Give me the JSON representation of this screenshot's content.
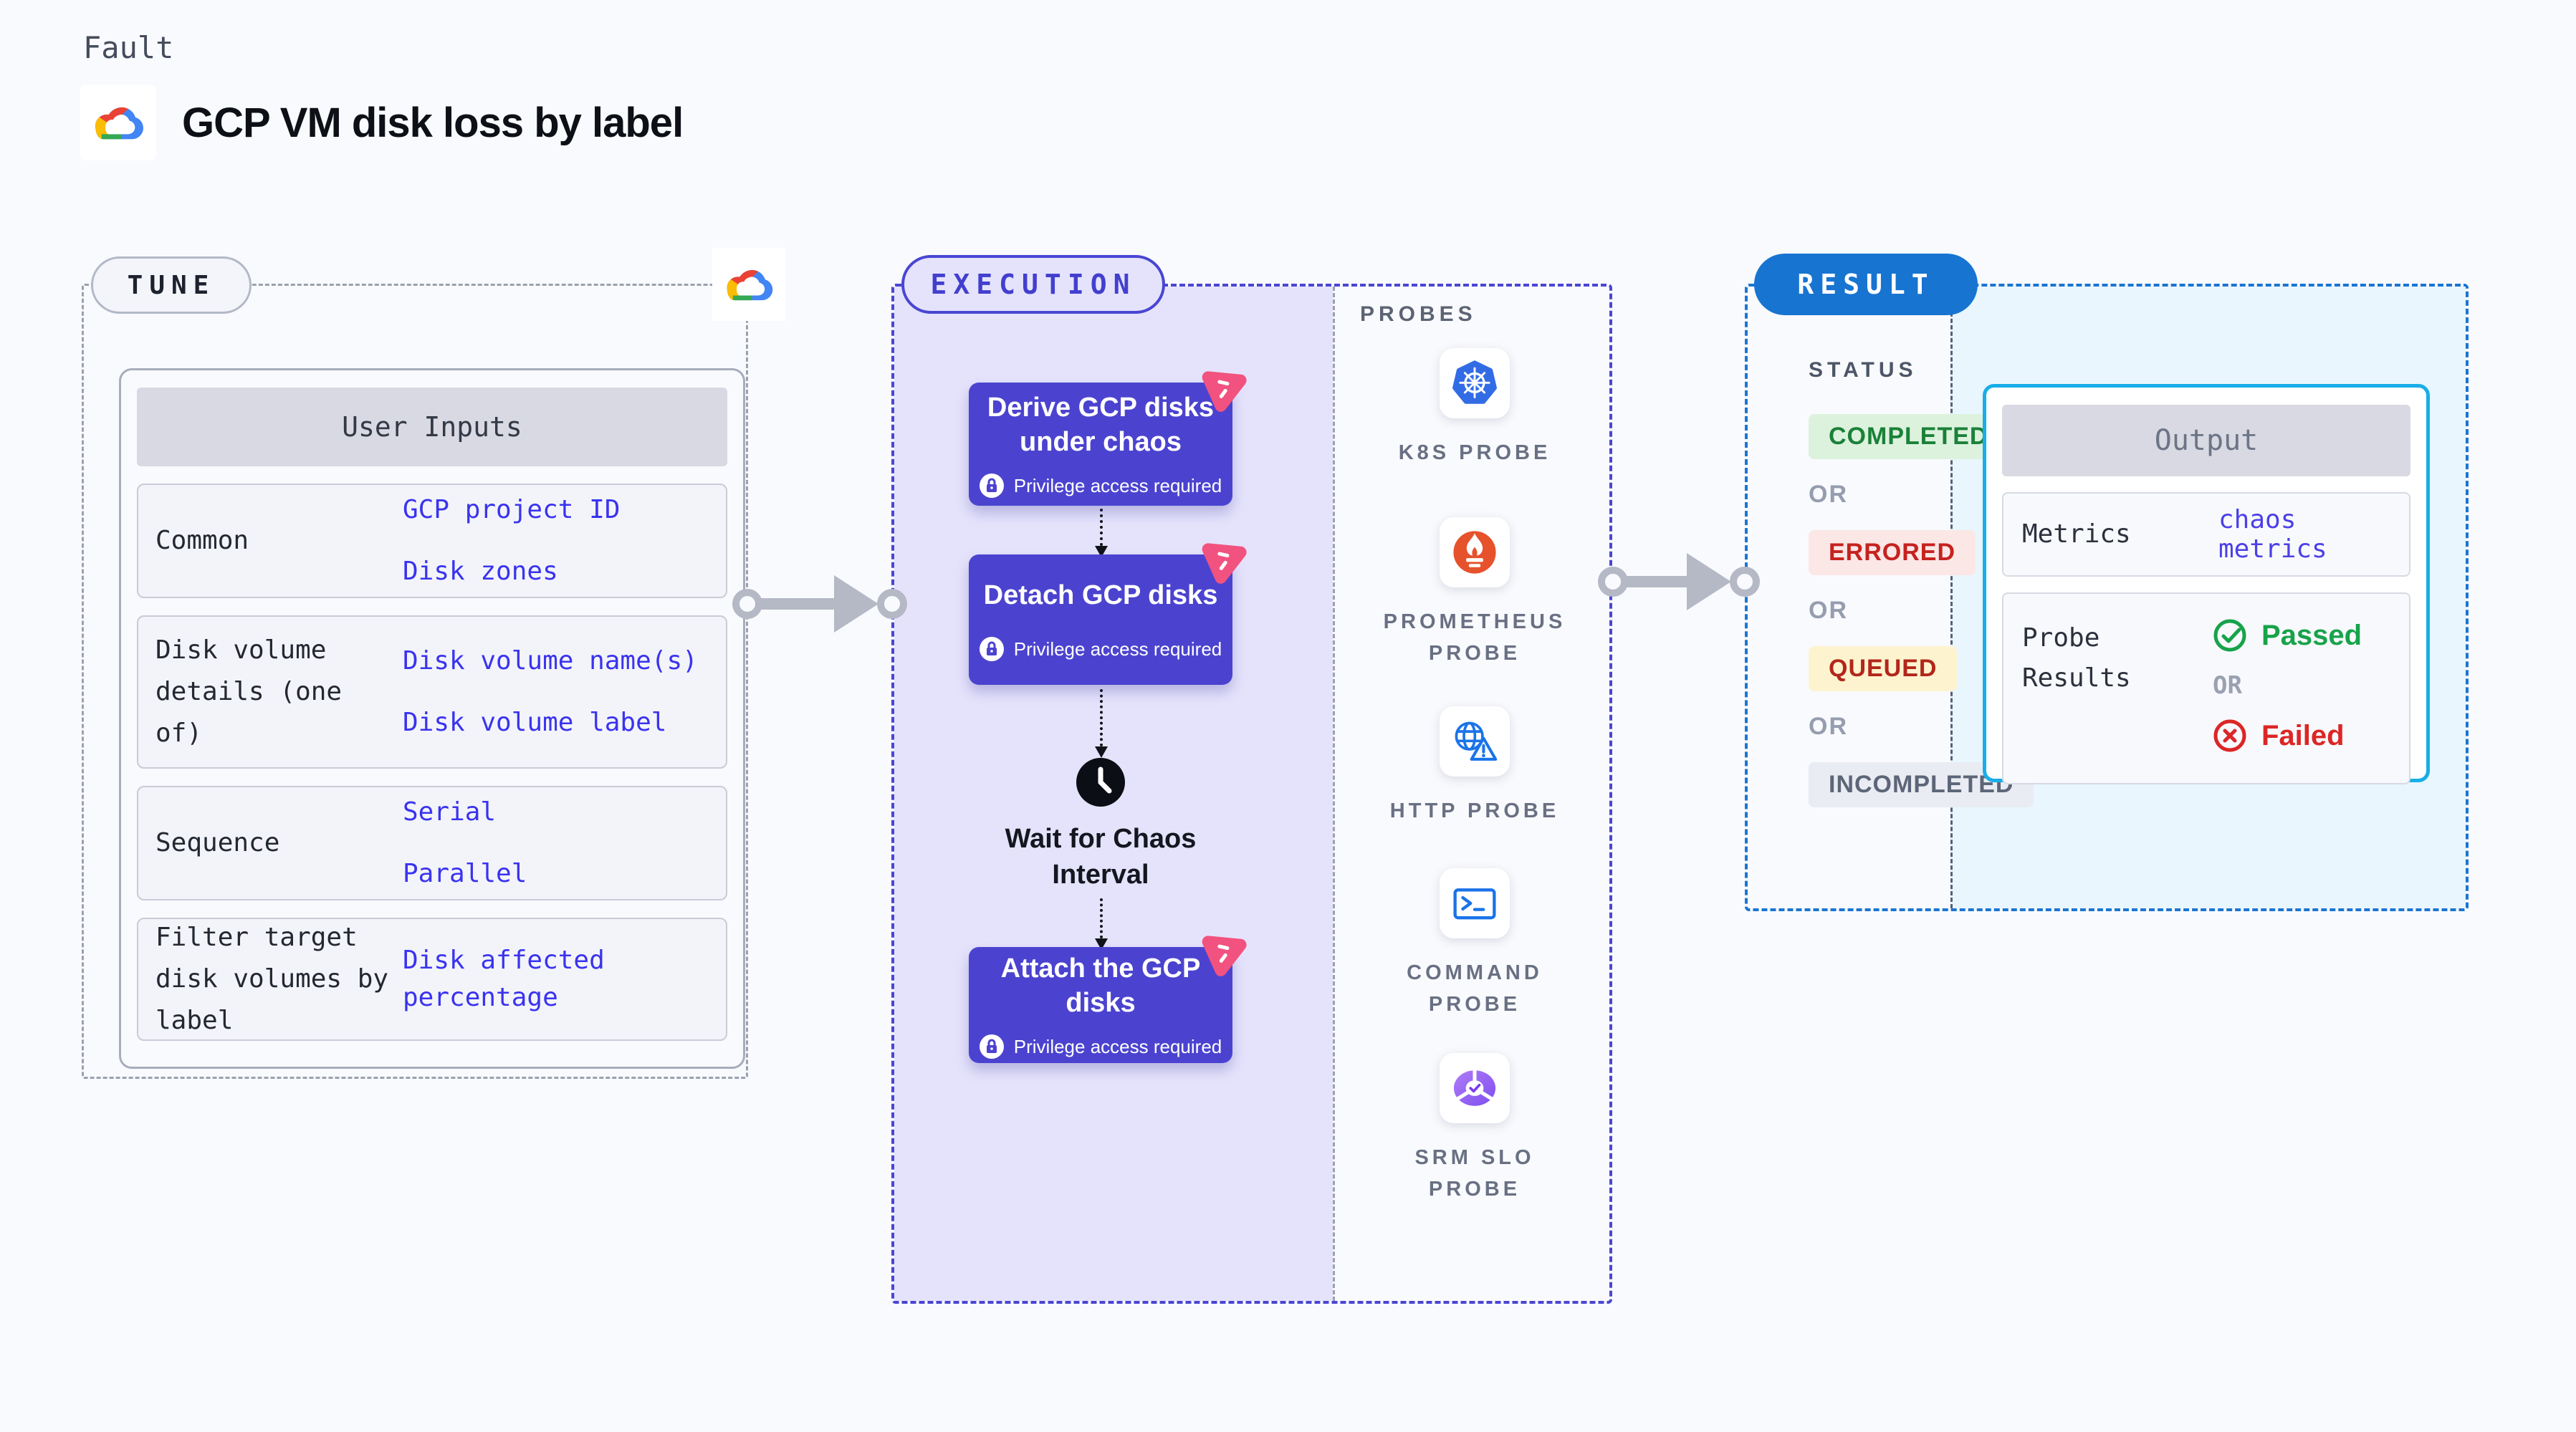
{
  "header": {
    "kicker": "Fault",
    "title": "GCP VM disk loss by label",
    "logo_icon": "gcp-cloud"
  },
  "tune": {
    "badge": "TUNE",
    "corner_icon": "gcp-cloud",
    "table": {
      "header": "User Inputs",
      "rows": [
        {
          "label": "Common",
          "values": [
            "GCP project ID",
            "Disk zones"
          ]
        },
        {
          "label": "Disk volume details (one of)",
          "values": [
            "Disk volume name(s)",
            "Disk volume label"
          ]
        },
        {
          "label": "Sequence",
          "values": [
            "Serial",
            "Parallel"
          ]
        },
        {
          "label": "Filter target disk volumes by label",
          "values": [
            "Disk affected percentage"
          ]
        }
      ]
    }
  },
  "execution": {
    "badge": "EXECUTION",
    "steps": [
      {
        "title": "Derive GCP disks under chaos",
        "note": "Privilege access required"
      },
      {
        "title": "Detach GCP disks",
        "note": "Privilege access required"
      },
      {
        "title": "Wait for Chaos Interval",
        "icon": "clock"
      },
      {
        "title": "Attach the GCP disks",
        "note": "Privilege access required"
      }
    ]
  },
  "probes": {
    "label": "PROBES",
    "items": [
      {
        "name": "K8S PROBE",
        "icon": "kubernetes"
      },
      {
        "name": "PROMETHEUS PROBE",
        "icon": "prometheus-flame"
      },
      {
        "name": "HTTP PROBE",
        "icon": "globe-warning"
      },
      {
        "name": "COMMAND PROBE",
        "icon": "terminal"
      },
      {
        "name": "SRM SLO PROBE",
        "icon": "slo-donut-check"
      }
    ]
  },
  "result": {
    "badge": "RESULT",
    "status": {
      "label": "STATUS",
      "separator": "OR",
      "states": [
        {
          "text": "COMPLETED",
          "bg": "#dcf2dd",
          "color": "#1b8039"
        },
        {
          "text": "ERRORED",
          "bg": "#fbe7e6",
          "color": "#c5221f"
        },
        {
          "text": "QUEUED",
          "bg": "#fdf3cf",
          "color": "#b3261a"
        },
        {
          "text": "INCOMPLETED",
          "bg": "#eaecf3",
          "color": "#5d6678"
        }
      ]
    },
    "output": {
      "header": "Output",
      "metrics_label": "Metrics",
      "metrics_value": "chaos metrics",
      "probe_results_label": "Probe Results",
      "passed": "Passed",
      "or": "OR",
      "failed": "Failed"
    }
  },
  "colors": {
    "accent_indigo": "#4946d2",
    "node_purple": "#4b43cf",
    "accent_blue": "#1774d1",
    "accent_cyan": "#18aee8",
    "value_blue": "#3a33ef",
    "passed_green": "#17a34a",
    "failed_red": "#dc2626",
    "chaos_pink": "#f2527f",
    "lavender_fill": "#e5e3fb",
    "lightblue_fill": "#e9f6fd"
  }
}
